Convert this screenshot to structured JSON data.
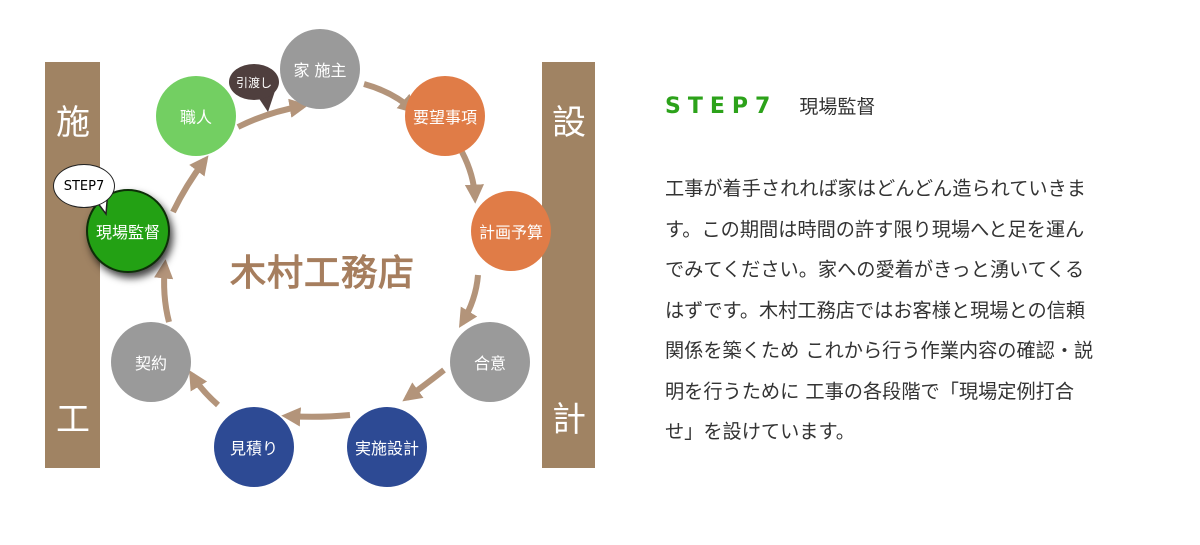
{
  "diagram": {
    "left_bar": {
      "top_char": "施",
      "bottom_char": "工"
    },
    "right_bar": {
      "top_char": "設",
      "bottom_char": "計"
    },
    "center_logo": "木村工務店",
    "handover_label": "引渡し",
    "current_step_badge": "STEP7",
    "nodes": [
      {
        "label": "家 施主",
        "color": "#9a9a9a"
      },
      {
        "label": "要望事項",
        "color": "#e07c47"
      },
      {
        "label": "計画予算",
        "color": "#e07c47"
      },
      {
        "label": "合意",
        "color": "#9a9a9a"
      },
      {
        "label": "実施設計",
        "color": "#2d4a94"
      },
      {
        "label": "見積り",
        "color": "#2d4a94"
      },
      {
        "label": "契約",
        "color": "#9a9a9a"
      },
      {
        "label": "現場監督",
        "color": "#23a114"
      },
      {
        "label": "職人",
        "color": "#73cf62"
      }
    ],
    "colors": {
      "bar": "#a08363",
      "arrow": "#b3947a",
      "logo": "#a67e5e",
      "active": "#23a114"
    }
  },
  "step": {
    "label": "STEP7",
    "title": "現場監督",
    "body_lines": [
      "工事が着手されれば家はどんどん造られていきま",
      "す。この期間は時間の許す限り現場へと足を運ん",
      "でみてください。家への愛着がきっと湧いてくる",
      "はずです。木村工務店ではお客様と現場との信頼",
      "関係を築くため これから行う作業内容の確認・説",
      "明を行うために 工事の各段階で「現場定例打合",
      "せ」を設けています。"
    ]
  }
}
